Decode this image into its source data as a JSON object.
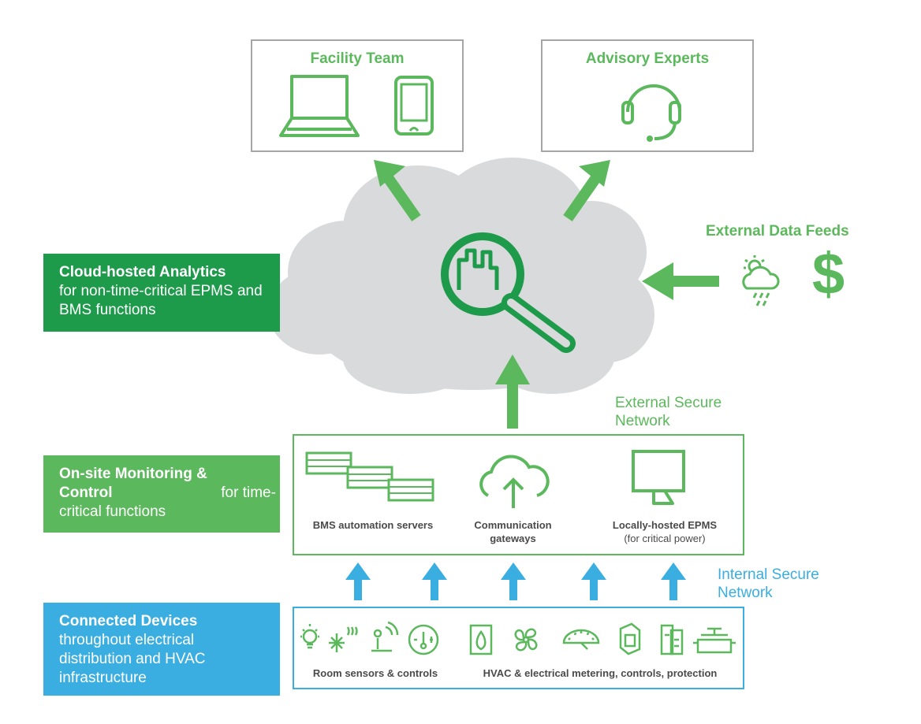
{
  "top_boxes": {
    "facility_team": "Facility Team",
    "advisory_experts": "Advisory Experts"
  },
  "external_feeds": {
    "title": "External Data Feeds"
  },
  "side_labels": {
    "cloud": {
      "bold": "Cloud-hosted Analytics",
      "rest": "for non-time-critical EPMS and BMS functions"
    },
    "onsite": {
      "bold": "On-site Monitoring & Control",
      "rest": "for time-critical functions"
    },
    "devices": {
      "bold": "Connected Devices",
      "rest": "throughout electrical distribution and HVAC infrastructure"
    }
  },
  "networks": {
    "external": "External Secure Network",
    "internal": "Internal Secure Network"
  },
  "onsite_items": {
    "bms": "BMS automation servers",
    "gateways": "Communication gateways",
    "epms": "Locally-hosted EPMS",
    "epms_sub": "(for critical power)"
  },
  "device_captions": {
    "room": "Room sensors & controls",
    "hvac": "HVAC & electrical metering, controls, protection"
  },
  "colors": {
    "green_light": "#5cb85c",
    "green_dark": "#1e9a4b",
    "blue": "#3aaee0",
    "grey_box": "#a6a6a6",
    "cloud": "#d9dadb"
  },
  "icons": [
    "laptop-icon",
    "tablet-icon",
    "headset-icon",
    "analytics-magnifier-icon",
    "weather-icon",
    "dollar-icon",
    "server-stack-icon",
    "cloud-upload-icon",
    "monitor-icon",
    "light-bulb-icon",
    "snow-heat-icon",
    "occupancy-sensor-icon",
    "thermostat-icon",
    "flame-icon",
    "fan-icon",
    "gauge-icon",
    "meter-icon",
    "switch-icon",
    "valve-icon"
  ]
}
